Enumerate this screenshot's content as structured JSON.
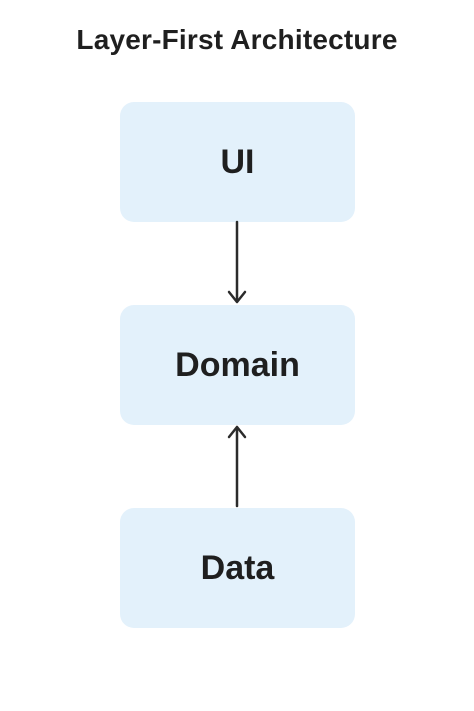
{
  "title": "Layer-First Architecture",
  "layers": [
    {
      "label": "UI"
    },
    {
      "label": "Domain"
    },
    {
      "label": "Data"
    }
  ],
  "colors": {
    "box_fill": "#e3f1fb",
    "text": "#1f1f1f",
    "arrow": "#2b2b2b"
  }
}
